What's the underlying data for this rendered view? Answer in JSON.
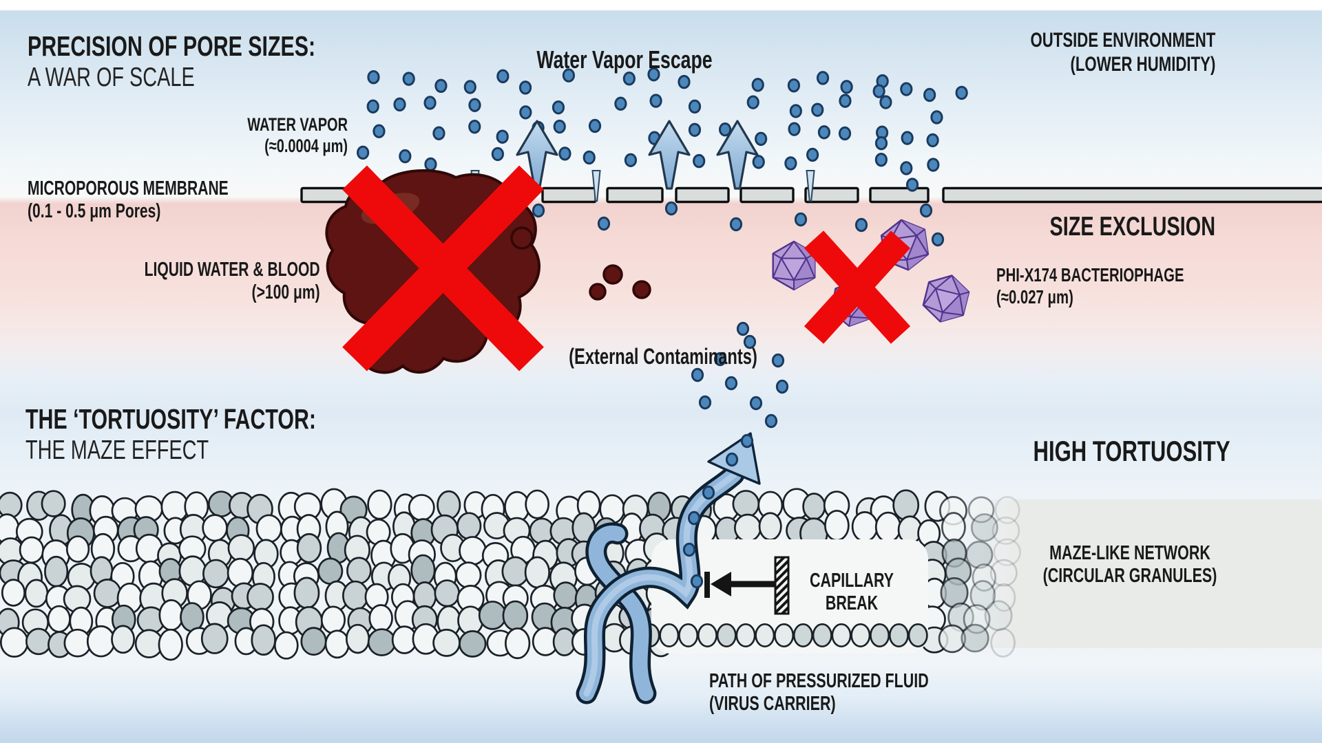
{
  "top": {
    "title_bold": "PRECISION OF PORE SIZES:",
    "title_light": "A WAR OF SCALE",
    "escape_label": "Water Vapor Escape",
    "outside_env_line1": "OUTSIDE ENVIRONMENT",
    "outside_env_line2": "(LOWER HUMIDITY)",
    "water_vapor_line1": "WATER VAPOR",
    "water_vapor_line2": "(≈0.0004 μm)",
    "membrane_line1": "MICROPOROUS MEMBRANE",
    "membrane_line2": "(0.1 - 0.5 μm Pores)",
    "size_exclusion": "SIZE EXCLUSION",
    "liquid_line1": "LIQUID WATER & BLOOD",
    "liquid_line2": "(>100 μm)",
    "phage_line1": "PHI-X174 BACTERIOPHAGE",
    "phage_line2": "(≈0.027 μm)",
    "contaminants": "(External Contaminants)"
  },
  "bottom": {
    "title_bold": "THE ‘TORTUOSITY’ FACTOR:",
    "title_light": "THE MAZE EFFECT",
    "high_tortuosity": "HIGH TORTUOSITY",
    "maze_line1": "MAZE-LIKE NETWORK",
    "maze_line2": "(CIRCULAR GRANULES)",
    "capillary_line1": "CAPILLARY",
    "capillary_line2": "BREAK",
    "path_line1": "PATH OF PRESSURIZED FLUID",
    "path_line2": "(VIRUS CARRIER)"
  },
  "colors": {
    "red_x": "#ee0a0a",
    "vapor_dot": "#4c87bb",
    "vapor_dot_edge": "#1a3a5e",
    "membrane_gray": "#d9dddb",
    "membrane_edge": "#0c0f12",
    "phage_purple": "#b49bd6",
    "path_blue": "#8fb6da",
    "path_edge": "#0f2133",
    "granule_edge": "#1a2128",
    "blood_dark": "#5d1412",
    "blood_edge": "#300808"
  }
}
